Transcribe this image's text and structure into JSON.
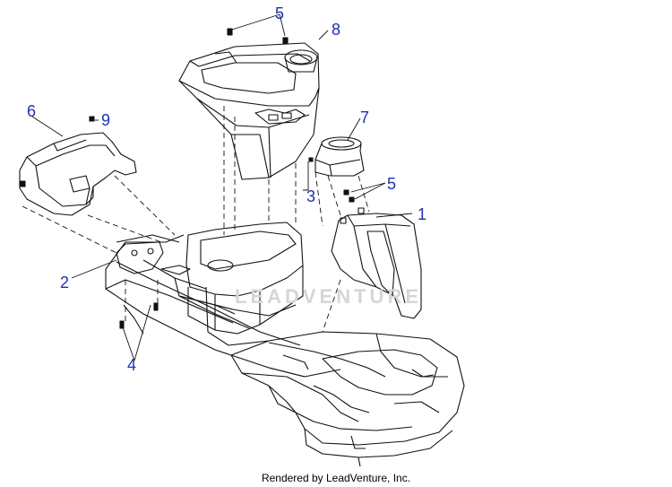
{
  "callouts": [
    "1",
    "2",
    "3",
    "4",
    "5",
    "5",
    "6",
    "7",
    "8",
    "9"
  ],
  "watermark": "LEADVENTURE",
  "footer": "Rendered by LeadVenture, Inc."
}
